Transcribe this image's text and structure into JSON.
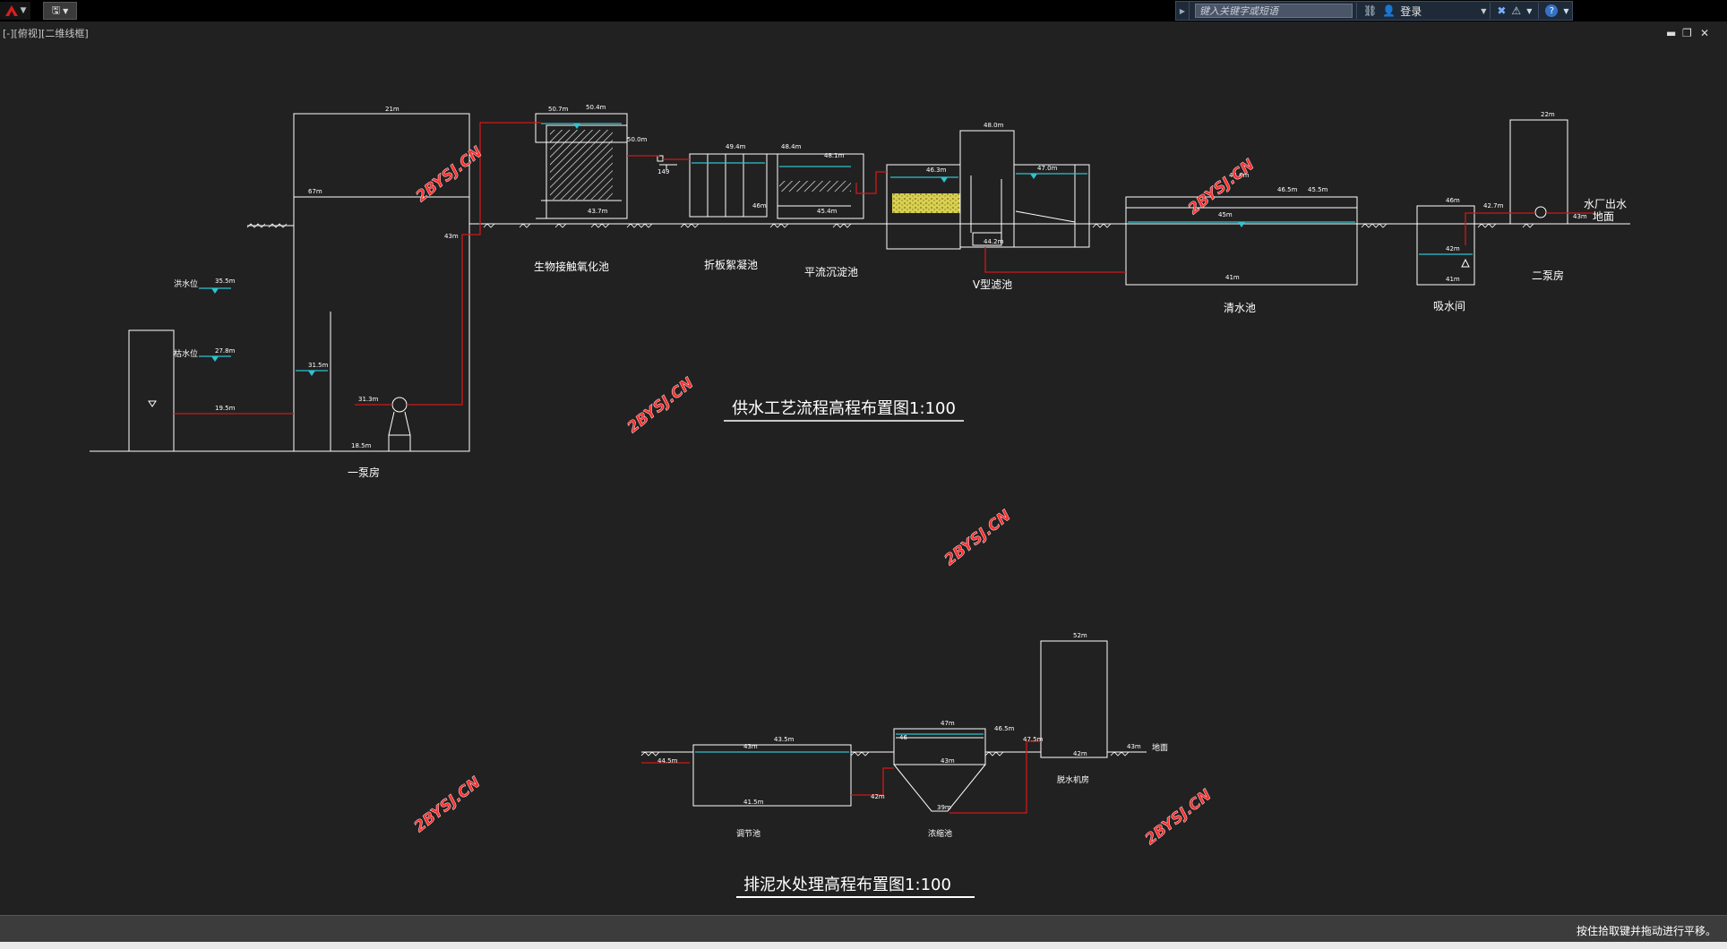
{
  "toolbar": {
    "search_placeholder": "键入关键字或短语",
    "login_label": "登录"
  },
  "viewport": {
    "tab_label": "[-][俯视][二维线框]"
  },
  "status": {
    "message": "按住拾取键并拖动进行平移。"
  },
  "drawing": {
    "title_supply": "供水工艺流程高程布置图1:100",
    "title_sludge": "排泥水处理高程布置图1:100",
    "watermark": "2BYSJ.CN",
    "units": {
      "pump1": "一泵房",
      "bio": "生物接触氧化池",
      "floc": "折板絮凝池",
      "sed": "平流沉淀池",
      "filter": "V型滤池",
      "clear": "清水池",
      "suction": "吸水间",
      "pump2": "二泵房",
      "outlet": "水厂出水",
      "ground": "地面",
      "flood": "洪水位",
      "low": "枯水位",
      "regulate": "调节池",
      "thicken": "浓缩池",
      "dewater": "脱水机房",
      "ground2": "地面"
    },
    "levels": {
      "p1_top": "21m",
      "p1_mid": "67m",
      "p1_out": "43m",
      "p1_water": "31.5m",
      "p1_pump": "31.3m",
      "p1_floor": "18.5m",
      "flood": "35.5m",
      "low": "27.8m",
      "intake": "19.5m",
      "bio_a": "50.7m",
      "bio_b": "50.4m",
      "bio_c": "43.7m",
      "bio_d": "50.0m",
      "bio_e": "149",
      "floc_a": "49.4m",
      "floc_b": "46m",
      "sed_a": "48.4m",
      "sed_b": "48.1m",
      "sed_c": "45.4m",
      "fil_a": "48.0m",
      "fil_b": "46.3m",
      "fil_c": "47.0m",
      "fil_d": "44.2m",
      "clr_a": "46.5m",
      "clr_b": "45.5m",
      "clr_c": "45m",
      "clr_d": "41m",
      "clr_e": "44.6m",
      "suc_a": "46m",
      "suc_b": "42m",
      "suc_c": "41m",
      "p2_top": "22m",
      "p2_a": "42.7m",
      "p2_b": "43m",
      "reg_a": "43.5m",
      "reg_b": "43m",
      "reg_c": "41.5m",
      "reg_d": "44.5m",
      "reg_e": "42m",
      "thk_a": "47m",
      "thk_b": "46.5m",
      "thk_c": "43m",
      "thk_d": "39m",
      "thk_e": "46",
      "dw_top": "52m",
      "dw_a": "47.5m",
      "dw_b": "42m",
      "dw_c": "43m"
    }
  }
}
